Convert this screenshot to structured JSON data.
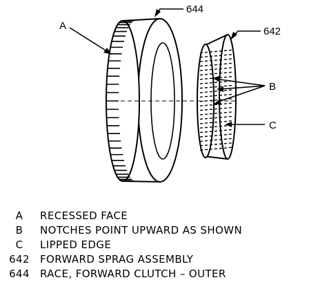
{
  "diagram": {
    "callouts": {
      "race_part": "644",
      "sprag_part": "642",
      "recessed_face": "A",
      "notches": "B",
      "lipped_edge": "C"
    }
  },
  "legend": [
    {
      "key": "A",
      "desc": "RECESSED FACE"
    },
    {
      "key": "B",
      "desc": "NOTCHES POINT UPWARD AS SHOWN"
    },
    {
      "key": "C",
      "desc": "LIPPED EDGE"
    },
    {
      "key": "642",
      "desc": "FORWARD SPRAG ASSEMBLY"
    },
    {
      "key": "644",
      "desc": "RACE, FORWARD CLUTCH – OUTER"
    }
  ]
}
